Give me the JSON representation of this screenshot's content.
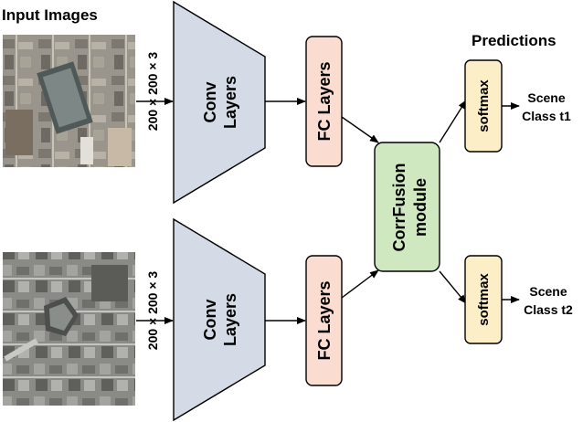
{
  "headings": {
    "input_images": "Input Images",
    "predictions": "Predictions"
  },
  "branches": [
    {
      "dimension": "200 × 200 × 3",
      "conv_label_line1": "Conv",
      "conv_label_line2": "Layers",
      "fc_label": "FC Layers",
      "softmax_label": "softmax",
      "output_line1": "Scene",
      "output_line2": "Class t1"
    },
    {
      "dimension": "200 × 200 × 3",
      "conv_label_line1": "Conv",
      "conv_label_line2": "Layers",
      "fc_label": "FC Layers",
      "softmax_label": "softmax",
      "output_line1": "Scene",
      "output_line2": "Class t2"
    }
  ],
  "fusion": {
    "line1": "CorrFusion",
    "line2": "module"
  },
  "colors": {
    "conv_fill": "#d5dbe6",
    "fc_fill": "#fadcd0",
    "softmax_fill": "#fcefc8",
    "fusion_fill": "#cfe8bf",
    "stroke": "#000000"
  }
}
